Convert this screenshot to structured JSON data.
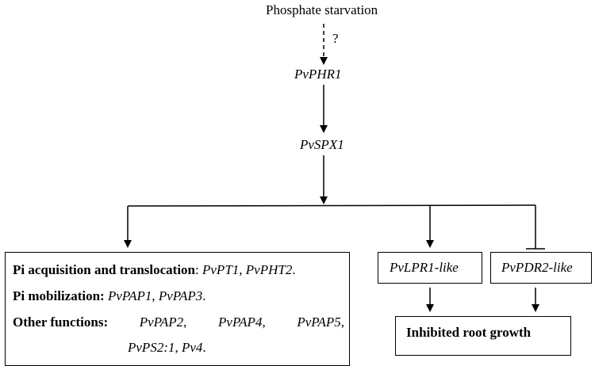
{
  "top": {
    "signal": "Phosphate starvation",
    "question_mark": "?"
  },
  "genes": {
    "phr1": "PvPHR1",
    "spx1": "PvSPX1"
  },
  "main_box": {
    "line1_label": "Pi acquisition and translocation",
    "line1_sep": ": ",
    "line1_gene_a": "PvPT1",
    "line1_comma": ", ",
    "line1_gene_b": "PvPHT2",
    "line1_end": ".",
    "line2_label": "Pi mobilization:",
    "line2_gene_a": "PvPAP1",
    "line2_comma": ", ",
    "line2_gene_b": "PvPAP3",
    "line2_end": ".",
    "line3_label": "Other functions:",
    "line3_gene_a": "PvPAP2",
    "line3_gene_b": "PvPAP4",
    "line3_gene_c": "PvPAP5",
    "line3_comma": ",",
    "line4_gene_a": "PvPS2:1",
    "line4_comma": ", ",
    "line4_gene_b": "Pv4",
    "line4_end": "."
  },
  "lpr_box": {
    "label": "PvLPR1-like"
  },
  "pdr_box": {
    "label": "PvPDR2-like"
  },
  "root_box": {
    "label": "Inhibited root growth"
  }
}
